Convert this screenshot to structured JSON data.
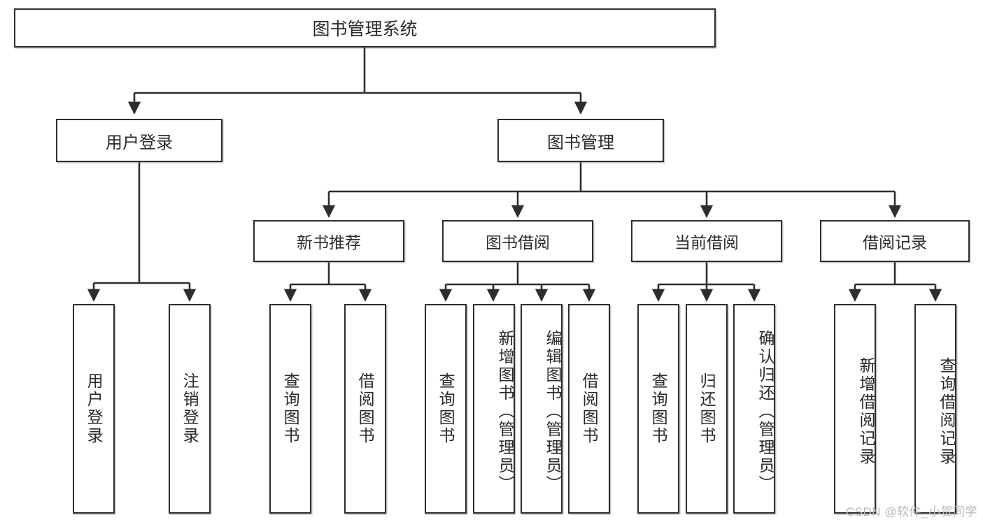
{
  "diagram": {
    "title": "图书管理系统",
    "type": "tree",
    "background": "#ffffff",
    "line_color": "#2e2e2e",
    "border_color": "#2e2e2e",
    "text_color": "#2b2b2b",
    "watermark": "CSDN @软件_小贺同学",
    "watermark_color": "#b9b9b9"
  },
  "nodes": {
    "root": {
      "label": "图书管理系统",
      "level": 1
    },
    "level2": [
      {
        "id": "user-login",
        "label": "用户登录"
      },
      {
        "id": "book-management",
        "label": "图书管理"
      }
    ],
    "level3": [
      {
        "id": "new-book-recommend",
        "label": "新书推荐",
        "parent": "book-management"
      },
      {
        "id": "book-borrow",
        "label": "图书借阅",
        "parent": "book-management"
      },
      {
        "id": "current-borrow",
        "label": "当前借阅",
        "parent": "book-management"
      },
      {
        "id": "borrow-record",
        "label": "借阅记录",
        "parent": "book-management"
      }
    ],
    "leaves": [
      {
        "id": "leaf-user-login",
        "label": "用户登录",
        "parent": "user-login"
      },
      {
        "id": "leaf-logout-login",
        "label": "注销登录",
        "parent": "user-login"
      },
      {
        "id": "leaf-query-book-1",
        "label": "查询图书",
        "parent": "new-book-recommend"
      },
      {
        "id": "leaf-borrow-book-1",
        "label": "借阅图书",
        "parent": "new-book-recommend"
      },
      {
        "id": "leaf-query-book-2",
        "label": "查询图书",
        "parent": "book-borrow"
      },
      {
        "id": "leaf-add-book",
        "label": "新增图书（管理员）",
        "parent": "book-borrow"
      },
      {
        "id": "leaf-edit-book",
        "label": "编辑图书（管理员）",
        "parent": "book-borrow"
      },
      {
        "id": "leaf-borrow-book-2",
        "label": "借阅图书",
        "parent": "book-borrow"
      },
      {
        "id": "leaf-query-book-3",
        "label": "查询图书",
        "parent": "current-borrow"
      },
      {
        "id": "leaf-return-book",
        "label": "归还图书",
        "parent": "current-borrow"
      },
      {
        "id": "leaf-confirm-return",
        "label": "确认归还（管理员）",
        "parent": "current-borrow"
      },
      {
        "id": "leaf-add-record",
        "label": "新增借阅记录",
        "parent": "borrow-record"
      },
      {
        "id": "leaf-query-record",
        "label": "查询借阅记录",
        "parent": "borrow-record"
      }
    ]
  }
}
